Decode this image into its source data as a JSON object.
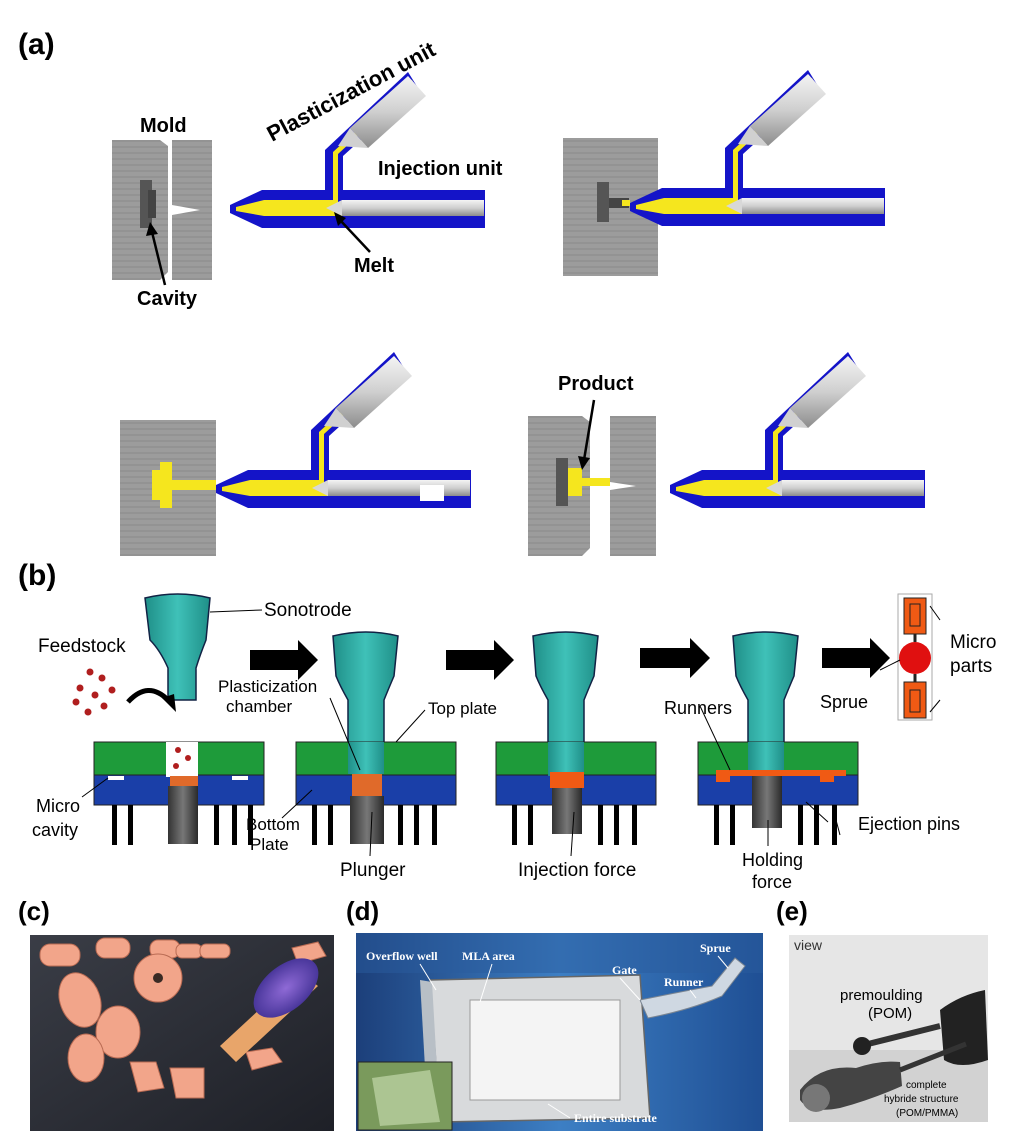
{
  "panel_a": {
    "label": "(a)",
    "mold": "Mold",
    "plasticization_unit": "Plasticization unit",
    "injection_unit": "Injection unit",
    "melt": "Melt",
    "cavity": "Cavity",
    "product": "Product"
  },
  "panel_b": {
    "label": "(b)",
    "sonotrode": "Sonotrode",
    "feedstock": "Feedstock",
    "plasticization_line1": "Plasticization",
    "plasticization_line2": "chamber",
    "top_plate": "Top plate",
    "micro_cavity_line1": "Micro",
    "micro_cavity_line2": "cavity",
    "bottom_plate_line1": "Bottom",
    "bottom_plate_line2": "Plate",
    "plunger": "Plunger",
    "injection_force": "Injection force",
    "runners": "Runners",
    "holding_force_line1": "Holding",
    "holding_force_line2": "force",
    "ejection_pins": "Ejection pins",
    "sprue": "Sprue",
    "micro_parts_line1": "Micro",
    "micro_parts_line2": "parts"
  },
  "panel_c": {
    "label": "(c)"
  },
  "panel_d": {
    "label": "(d)",
    "overflow_well": "Overflow well",
    "mla_area": "MLA area",
    "gate": "Gate",
    "sprue": "Sprue",
    "runner": "Runner",
    "entire_substrate": "Entire substrate"
  },
  "panel_e": {
    "label": "(e)",
    "view": "view",
    "premoulding_line1": "premoulding",
    "premoulding_line2": "(POM)",
    "complete_line1": "complete",
    "complete_line2": "hybride structure",
    "complete_line3": "(POM/PMMA)"
  },
  "colors": {
    "mold_gray": "#9e9e9e",
    "barrel_blue": "#1414c8",
    "melt_yellow": "#f5e61e",
    "sonotrode_teal": "#2aa8a0",
    "top_plate_green": "#1e9b3a",
    "bottom_plate_blue": "#1a3fa8",
    "feedstock_red": "#b01e1e",
    "molded_orange": "#f05a14"
  }
}
